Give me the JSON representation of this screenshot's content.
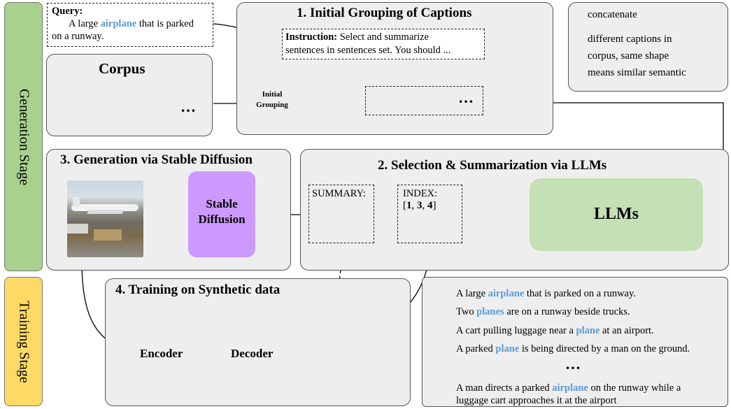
{
  "stages": {
    "generation": "Generation Stage",
    "training": "Training Stage"
  },
  "query": {
    "label": "Query:",
    "text_pre": "A large ",
    "highlight": "airplane",
    "text_post_line1": " that is parked",
    "text_line2": "on a runway."
  },
  "corpus": {
    "title": "Corpus",
    "ellipsis": "…"
  },
  "step1": {
    "title": "1. Initial Grouping of Captions",
    "instruction_label": "Instruction:",
    "instruction_line1": " Select and summarize",
    "instruction_line2": "sentences in sentences set. You should  ...",
    "grouping_line1": "Initial",
    "grouping_line2": "Grouping",
    "ellipsis": "…"
  },
  "legend": {
    "concat": "concatenate",
    "line1": "different captions in",
    "line2": "corpus, same shape",
    "line3": "means similar semantic"
  },
  "step2": {
    "title": "2. Selection &  Summarization via LLMs",
    "summary_label": "SUMMARY:",
    "index_label": "INDEX:",
    "index_values": "[1, 3, 4]",
    "index_open": "[",
    "index_n1": "1",
    "index_sep1": ", ",
    "index_n2": "3",
    "index_sep2": ", ",
    "index_n3": "4",
    "index_close": "]",
    "llm_label": "LLMs"
  },
  "step3": {
    "title": "3. Generation via Stable Diffusion",
    "sd_line1": "Stable",
    "sd_line2": "Diffusion"
  },
  "step4": {
    "title": "4. Training on Synthetic data",
    "encoder": "Encoder",
    "decoder": "Decoder"
  },
  "captions": {
    "c1_pre": "A large ",
    "c1_hl": "airplane",
    "c1_post": " that is parked on a runway.",
    "c2_pre": "Two ",
    "c2_hl": "planes",
    "c2_post": " are on a runway beside trucks.",
    "c3_pre": "A cart pulling luggage near a ",
    "c3_hl": "plane",
    "c3_post": " at an airport.",
    "c4_pre": "A parked ",
    "c4_hl": "plane",
    "c4_post": " is being directed by a man on the ground.",
    "ellipsis": "…",
    "summary_pre": "A man directs a parked ",
    "summary_hl": "airplane",
    "summary_post": " on the runway while a",
    "summary_line2": "luggage cart approaches it at the airport"
  },
  "colors": {
    "yellow": "#ffff00",
    "purple": "#a855e8",
    "gray": "#9e9e9e",
    "green": "#5aa34a",
    "generation_stage": "#a9d18e",
    "training_stage": "#ffd966",
    "trapezoid": "#9dc3e6",
    "llm": "#c5e0b4",
    "stable_diffusion": "#cc99ff",
    "highlight": "#5b9bd5"
  }
}
